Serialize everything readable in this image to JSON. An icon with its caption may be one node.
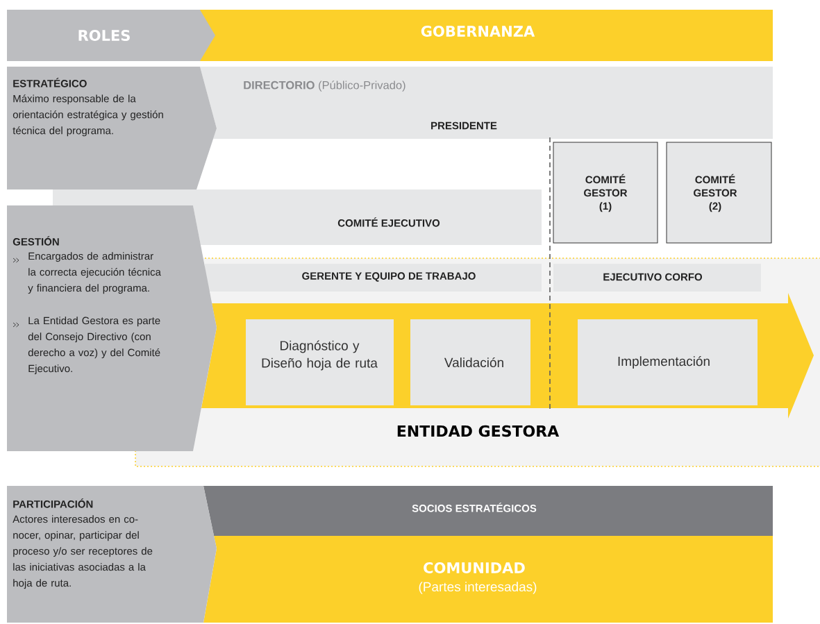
{
  "diagram": {
    "nodes": [
      {
        "text": [
          "ROLES"
        ]
      },
      {
        "text": [
          "GOBERNANZA"
        ]
      },
      {
        "text": [
          "ESTRATÉGICO",
          "Máximo responsable de la orientación estratégica y gestión técnica del programa."
        ]
      },
      {
        "text": [
          "**DIRECTORIO** (Público-Privado)",
          "PRESIDENTE"
        ]
      },
      {
        "text": [
          "COMITÉ EJECUTIVO"
        ]
      },
      {
        "text": [
          "COMITÉ GESTOR (1)"
        ]
      },
      {
        "text": [
          "COMITÉ GESTOR (2)"
        ]
      },
      {
        "text": [
          "GESTIÓN",
          "Encargados de administrar la correcta ejecución técnica y financiera del programa.",
          "La Entidad Gestora es parte del Consejo Directivo (con derecho a voz) y del Comité Ejecutivo."
        ]
      },
      {
        "text": [
          "ENTIDAD GESTORA"
        ]
      },
      {
        "text": [
          "GERENTE Y EQUIPO DE TRABAJO"
        ],
        "in": 8
      },
      {
        "text": [
          "EJECUTIVO CORFO"
        ],
        "in": 8
      },
      {
        "text": [],
        "shape": "arrow",
        "in": 8
      },
      {
        "text": [
          "Diagnóstico y Diseño hoja de ruta"
        ],
        "in": 11
      },
      {
        "text": [
          "Validación"
        ],
        "in": 11
      },
      {
        "text": [
          "Implementación"
        ],
        "in": 11
      },
      {
        "text": [
          "PARTICIPACIÓN",
          "Actores interesados en co- nocer, opinar, participar del proceso y/o ser receptores de las iniciativas asociadas a la hoja de ruta."
        ]
      },
      {
        "text": [
          "SOCIOS ESTRATÉGICOS"
        ]
      },
      {
        "text": [
          "COMUNIDAD",
          "(Partes interesadas)"
        ]
      }
    ]
  }
}
